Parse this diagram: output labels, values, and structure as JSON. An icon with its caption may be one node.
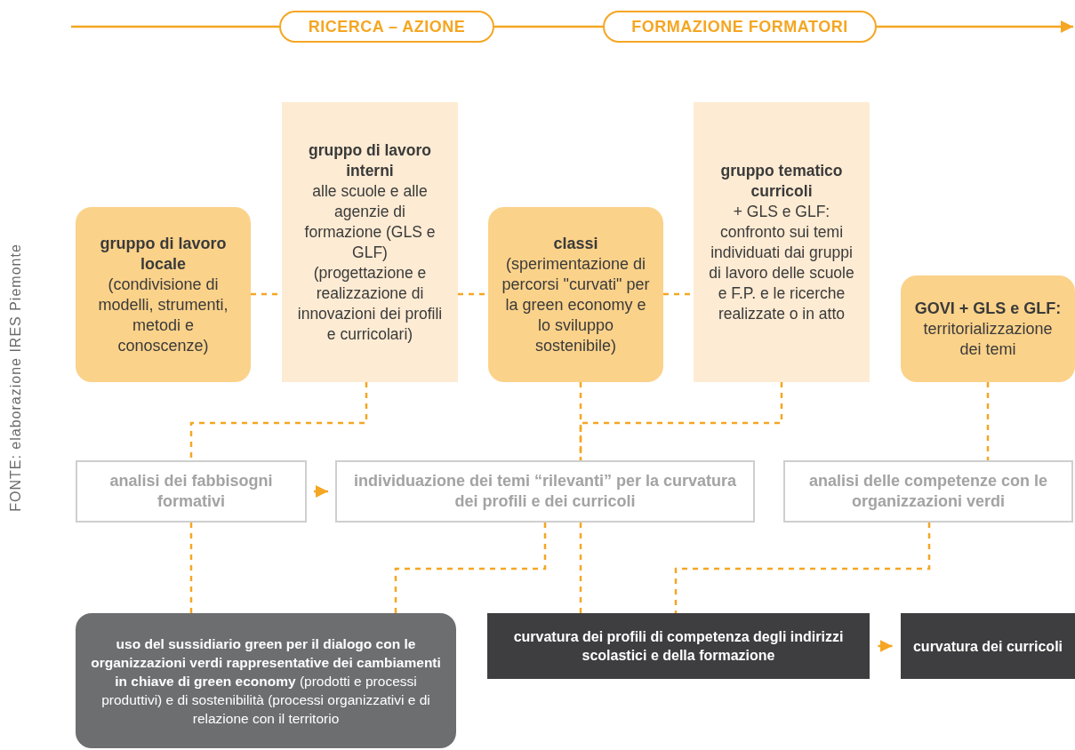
{
  "diagram": {
    "nodes": [
      {
        "text": [
          "RICERCA – AZIONE"
        ]
      },
      {
        "text": [
          "FORMAZIONE FORMATORI"
        ]
      },
      {
        "text": [
          "gruppo di lavoro locale",
          "(condivisione di modelli, strumenti, metodi e conoscenze)"
        ]
      },
      {
        "text": [
          "gruppo di lavoro interni",
          "alle scuole e alle agenzie di formazione (GLS e GLF)",
          "(progettazione e realizzazione di innovazioni dei profili e curricolari)"
        ]
      },
      {
        "text": [
          "classi",
          "(sperimentazione di percorsi \"curvati\" per la green economy e lo sviluppo sostenibile)"
        ]
      },
      {
        "text": [
          "gruppo tematico curricoli",
          "+ GLS e GLF: confronto sui temi individuati dai gruppi di lavoro delle scuole e F.P. e le ricerche realizzate o in atto"
        ]
      },
      {
        "text": [
          "GOVI + GLS e GLF:",
          "territorializzazione dei temi"
        ]
      },
      {
        "text": [
          "analisi dei fabbisogni formativi"
        ]
      },
      {
        "text": [
          "individuazione dei temi “rilevanti” per la curvatura dei profili e dei curricoli"
        ]
      },
      {
        "text": [
          "analisi delle competenze con le organizzazioni verdi"
        ]
      },
      {
        "text": [
          "**uso del sussidiario green per il dialogo con le organizzazioni verdi rappresentative dei cambiamenti in chiave di green economy** (prodotti e processi produttivi) e di sostenibilità (processi organizzativi e di relazione con il territorio"
        ]
      },
      {
        "text": [
          "curvatura dei profili di competenza degli indirizzi scolastici e della formazione"
        ]
      },
      {
        "text": [
          "curvatura dei curricoli"
        ]
      }
    ],
    "edges": [
      {
        "from": null,
        "to": 0,
        "arrow": "none"
      },
      {
        "from": 0,
        "to": 1,
        "arrow": "none"
      },
      {
        "from": 1,
        "to": null,
        "arrow": "to"
      },
      {
        "from": 2,
        "to": 3,
        "arrow": "none",
        "style": "dashed"
      },
      {
        "from": 3,
        "to": 4,
        "arrow": "none",
        "style": "dashed"
      },
      {
        "from": 4,
        "to": 5,
        "arrow": "none",
        "style": "dashed"
      },
      {
        "from": 3,
        "to": 7,
        "arrow": "none",
        "style": "dashed"
      },
      {
        "from": 4,
        "to": 8,
        "arrow": "none",
        "style": "dashed"
      },
      {
        "from": 5,
        "to": 8,
        "arrow": "none",
        "style": "dashed"
      },
      {
        "from": 6,
        "to": 9,
        "arrow": "none",
        "style": "dashed"
      },
      {
        "from": 7,
        "to": 8,
        "arrow": "to"
      },
      {
        "from": 7,
        "to": 10,
        "arrow": "none",
        "style": "dashed"
      },
      {
        "from": 8,
        "to": 10,
        "arrow": "none",
        "style": "dashed"
      },
      {
        "from": 8,
        "to": 11,
        "arrow": "none",
        "style": "dashed"
      },
      {
        "from": 9,
        "to": 11,
        "arrow": "none",
        "style": "dashed"
      },
      {
        "from": 11,
        "to": 12,
        "arrow": "to"
      }
    ],
    "labels": [
      "FONTE: elaborazione IRES Piemonte"
    ]
  }
}
